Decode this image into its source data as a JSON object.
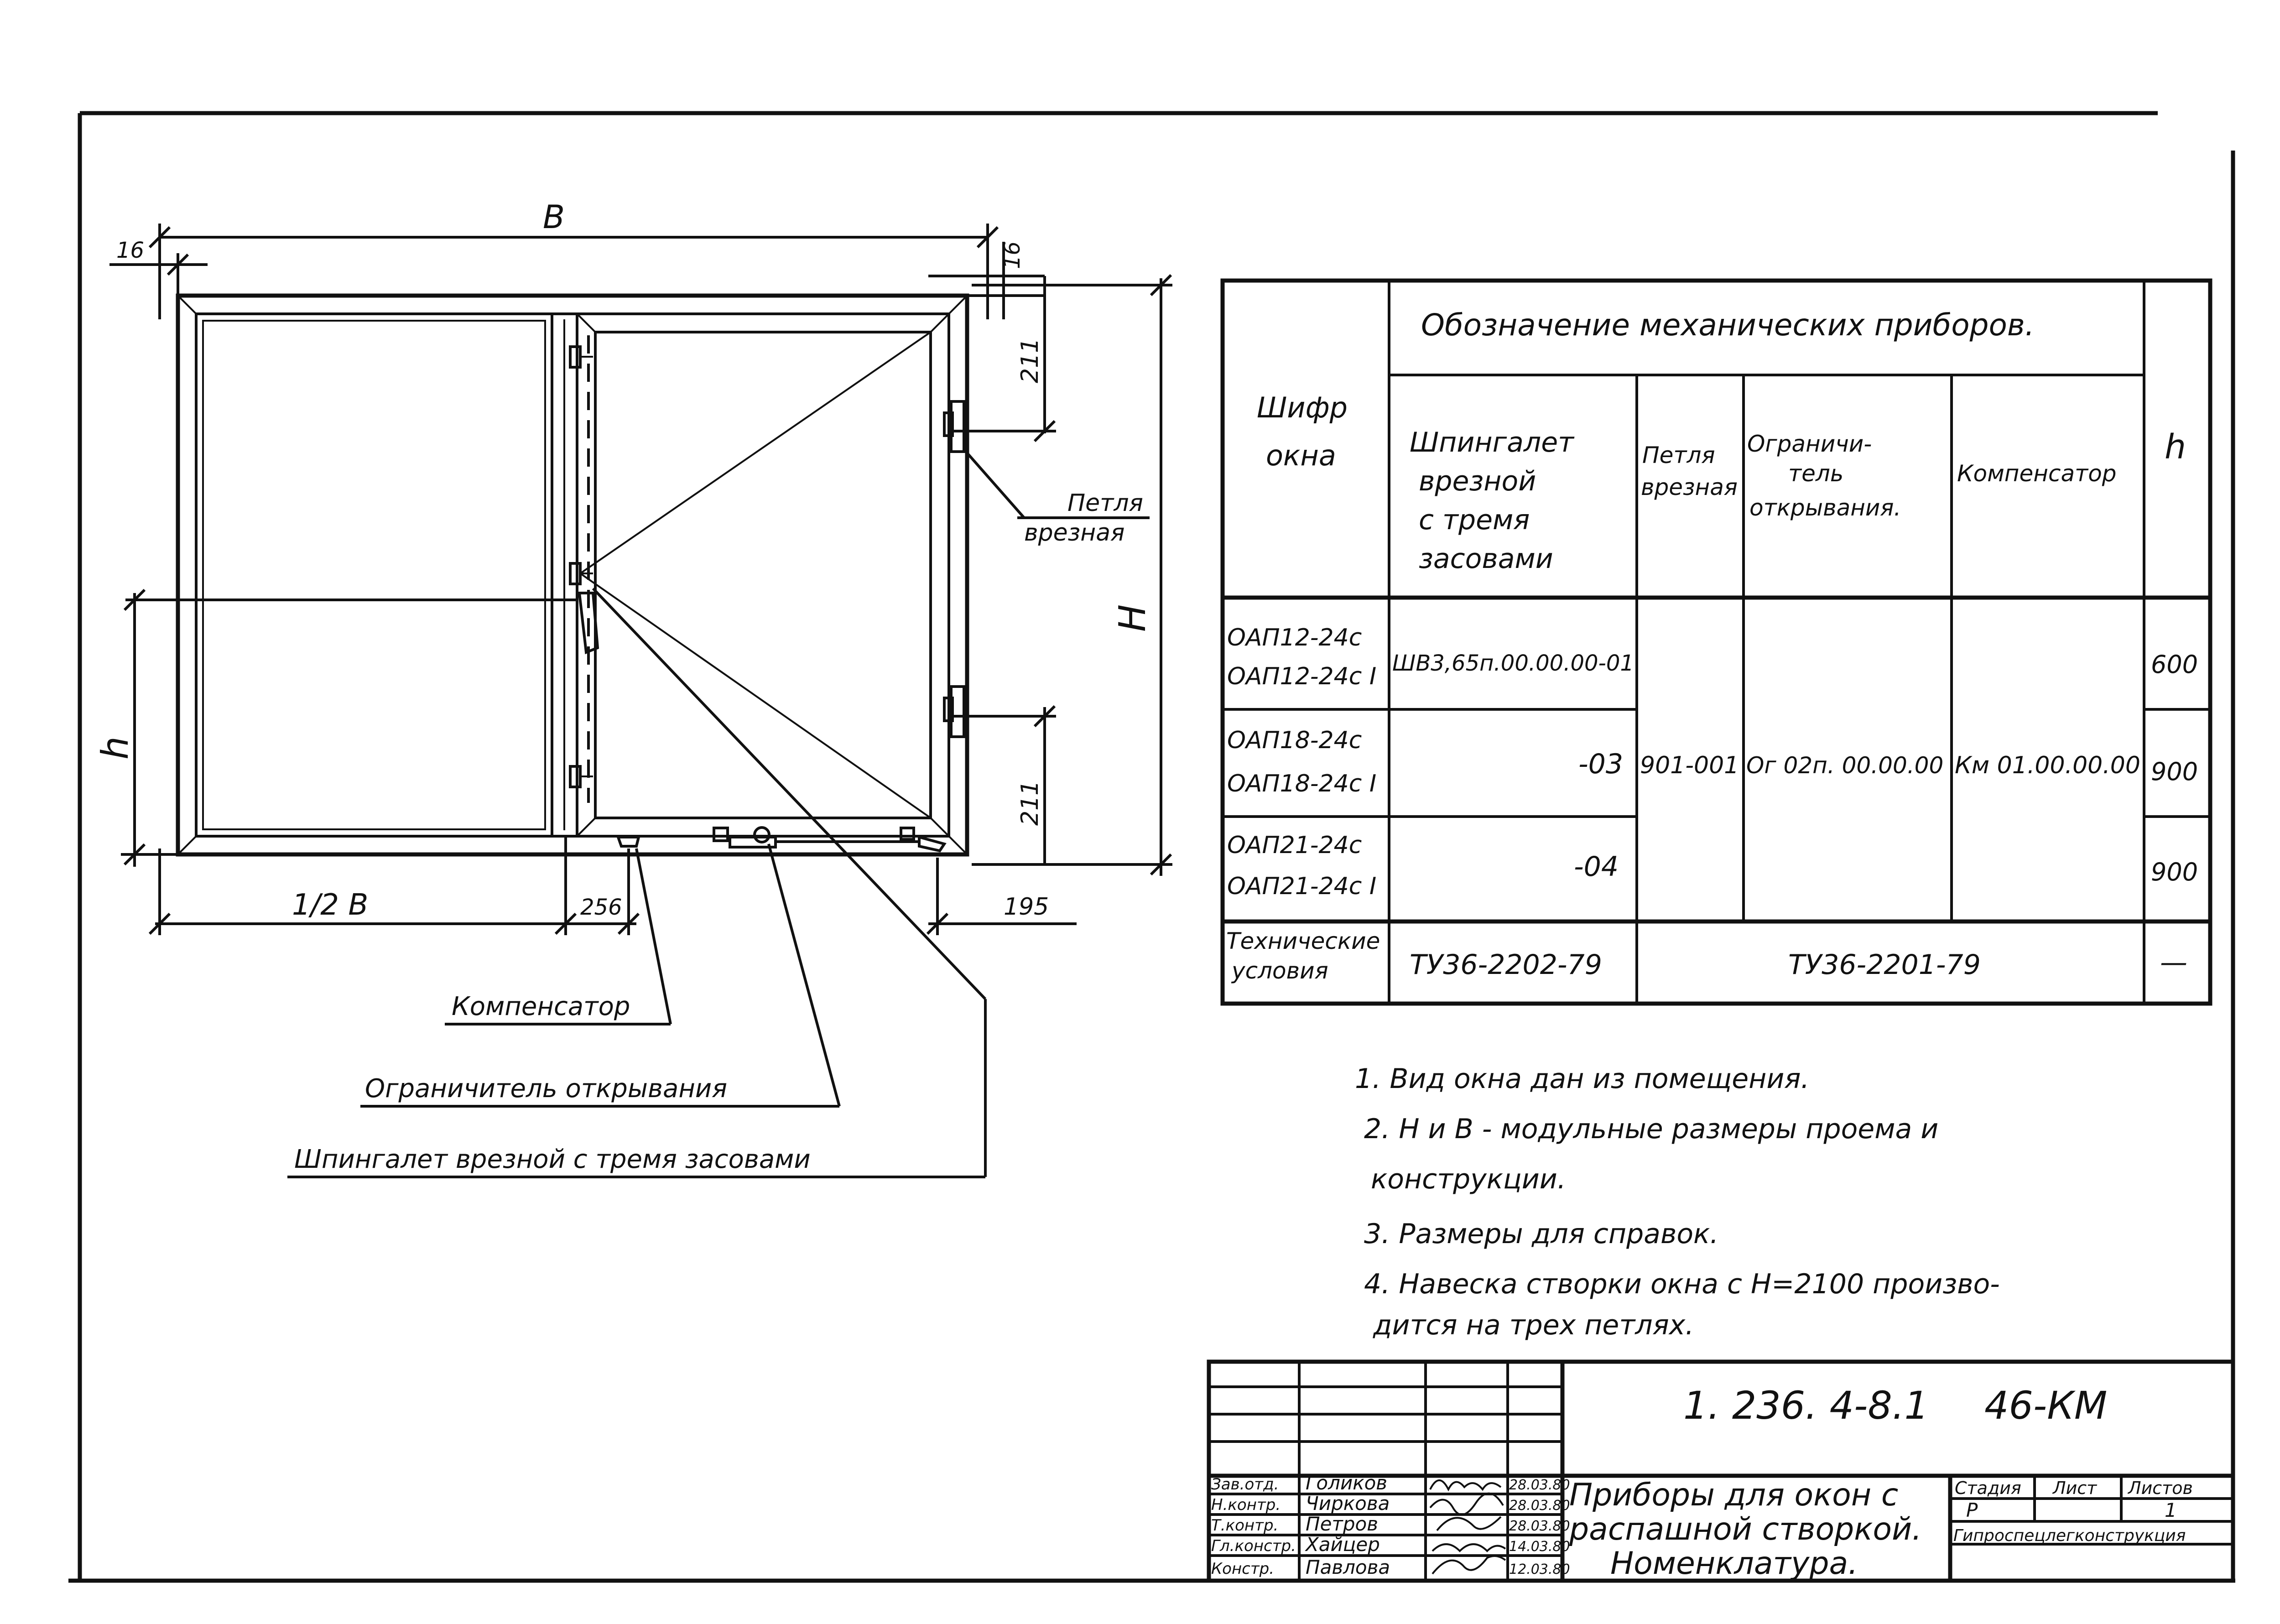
{
  "drawing": {
    "dims": {
      "b": "B",
      "h_upper": "H",
      "h_lower": "h",
      "half_b": "1/2 B",
      "d16_left": "16",
      "d16_right": "16",
      "d211_top": "211",
      "d211_bottom": "211",
      "d256": "256",
      "d195": "195"
    },
    "callouts": {
      "hinge_line1": "Петля",
      "hinge_line2": "врезная",
      "compensator": "Компенсатор",
      "limiter": "Ограничитель открывания",
      "espagnolette": "Шпингалет врезной с тремя засовами"
    }
  },
  "table": {
    "col_code": [
      "Шифр",
      "окна"
    ],
    "group_header": "Обозначение механических приборов.",
    "col_espag": [
      "Шпингалет",
      "врезной",
      "с тремя",
      "засовами"
    ],
    "col_hinge": [
      "Петля",
      "врезная"
    ],
    "col_limiter": [
      "Ограничи-",
      "тель",
      "открывания."
    ],
    "col_comp": "Компенсатор",
    "col_h": "h",
    "rows": [
      {
        "codes": [
          "ОАП12-24с",
          "ОАП12-24с I"
        ],
        "espag": "ШВ3,65п.00.00.00-01",
        "h": "600"
      },
      {
        "codes": [
          "ОАП18-24с",
          "ОАП18-24с I"
        ],
        "espag": "-03",
        "h": "900"
      },
      {
        "codes": [
          "ОАП21-24с",
          "ОАП21-24с I"
        ],
        "espag": "-04",
        "h": "900"
      }
    ],
    "merged_hinge": "901-001",
    "merged_limiter": "Ог 02п. 00.00.00",
    "merged_comp": "Км 01.00.00.00",
    "tech_label": [
      "Технические",
      "условия"
    ],
    "tech_espag": "ТУ36-2202-79",
    "tech_other": "ТУ36-2201-79",
    "tech_h": "—"
  },
  "notes": [
    "1. Вид окна дан из помещения.",
    "2. Н и В - модульные размеры проема и",
    "конструкции.",
    "3. Размеры для справок.",
    "4. Навеска створки окна с Н=2100 произво-",
    "дится на трех петлях."
  ],
  "stamp": {
    "doc_code": "1. 236. 4-8.1",
    "sheet_code": "46-КМ",
    "title": [
      "Приборы для окон с",
      "распашной створкой.",
      "Номенклатура."
    ],
    "roles": [
      "Зав.отд.",
      "Н.контр.",
      "Т.контр.",
      "Гл.констр.",
      "Констр."
    ],
    "names": [
      "Голиков",
      "Чиркова",
      "Петров",
      "Хайцер",
      "Павлова"
    ],
    "dates": [
      "28.03.80",
      "28.03.80",
      "28.03.80",
      "14.03.80",
      "12.03.80"
    ],
    "stage_label": "Стадия",
    "sheet_label": "Лист",
    "sheets_label": "Листов",
    "stage": "Р",
    "sheets": "1",
    "org": "Гипроспецлегконструкция"
  }
}
